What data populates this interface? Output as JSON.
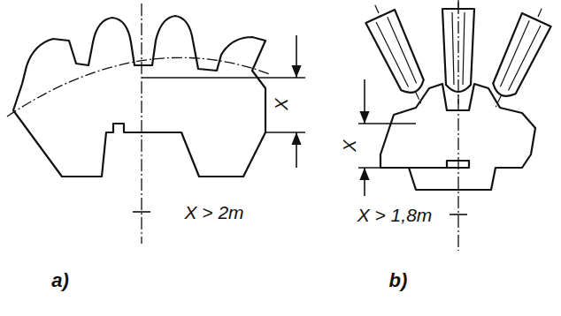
{
  "diagram": {
    "labels": [
      "X",
      "X > 2m",
      "a)",
      "X",
      "X > 1,8m",
      "b)"
    ]
  }
}
